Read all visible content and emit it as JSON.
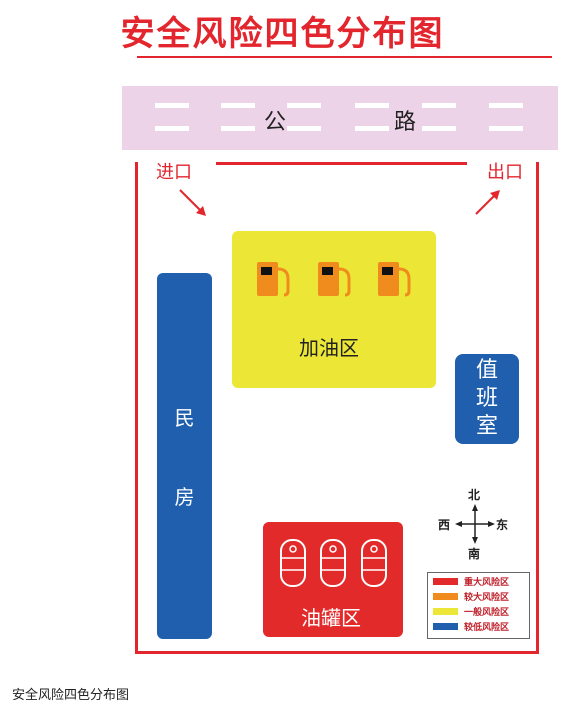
{
  "title": "安全风险四色分布图",
  "road": {
    "left_char": "公",
    "right_char": "路"
  },
  "gates": {
    "entrance": "进口",
    "exit": "出口"
  },
  "zones": {
    "fuel": "加油区",
    "house_top": "民",
    "house_bottom": "房",
    "duty_1": "值",
    "duty_2": "班",
    "duty_3": "室",
    "tank": "油罐区"
  },
  "compass": {
    "north": "北",
    "south": "南",
    "east": "东",
    "west": "西"
  },
  "legend": [
    {
      "label": "重大风险区",
      "color": "#e32a2a"
    },
    {
      "label": "较大风险区",
      "color": "#f08c1e"
    },
    {
      "label": "一般风险区",
      "color": "#ece736"
    },
    {
      "label": "较低风险区",
      "color": "#1f5fae"
    }
  ],
  "caption": "安全风险四色分布图",
  "colors": {
    "accent_red": "#e3262d",
    "road": "#ecd3e7",
    "pump_orange": "#f08c1e"
  },
  "icons": {
    "pump": "fuel-pump-icon",
    "tank": "storage-tank-icon",
    "compass": "compass-icon"
  }
}
